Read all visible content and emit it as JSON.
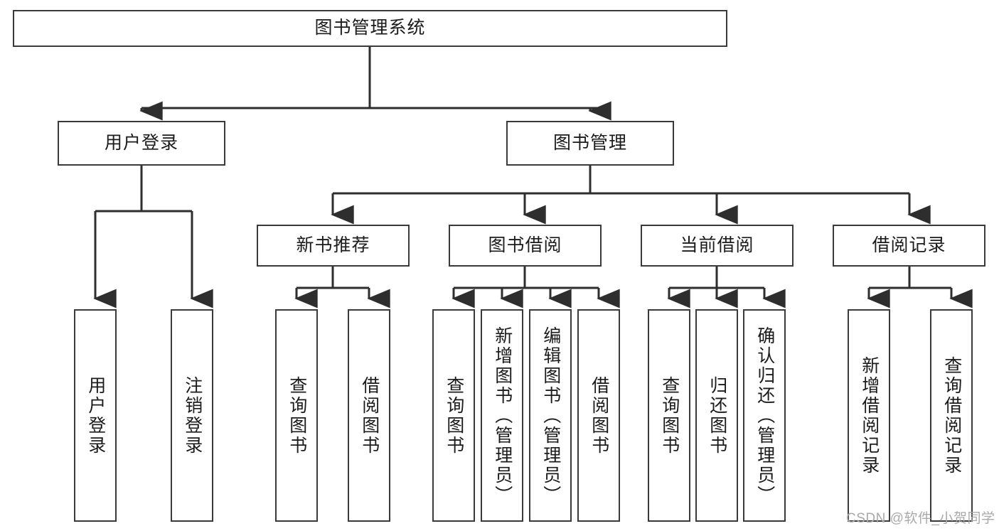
{
  "diagram": {
    "title": "图书管理系统",
    "type": "tree-hierarchy-chart",
    "root": {
      "label": "图书管理系统"
    },
    "level2": [
      {
        "label": "用户登录"
      },
      {
        "label": "图书管理"
      }
    ],
    "level3": [
      {
        "label": "新书推荐"
      },
      {
        "label": "图书借阅"
      },
      {
        "label": "当前借阅"
      },
      {
        "label": "借阅记录"
      }
    ],
    "leaves": {
      "user_login": [
        {
          "label": "用户登录"
        },
        {
          "label": "注销登录"
        }
      ],
      "new_book": [
        {
          "label": "查询图书"
        },
        {
          "label": "借阅图书"
        }
      ],
      "book_borrow": [
        {
          "label": "查询图书"
        },
        {
          "label": "新增图书（管理员）"
        },
        {
          "label": "编辑图书（管理员）"
        },
        {
          "label": "借阅图书"
        }
      ],
      "current_borrow": [
        {
          "label": "查询图书"
        },
        {
          "label": "归还图书"
        },
        {
          "label": "确认归还（管理员）"
        }
      ],
      "borrow_record": [
        {
          "label": "新增借阅记录"
        },
        {
          "label": "查询借阅记录"
        }
      ]
    }
  },
  "watermark": {
    "text": "CSDN @软件_小贺同学"
  },
  "colors": {
    "stroke": "#3a3a3a",
    "text": "#1b1b1b",
    "background": "#ffffff",
    "watermark": "#a9a9a9"
  }
}
